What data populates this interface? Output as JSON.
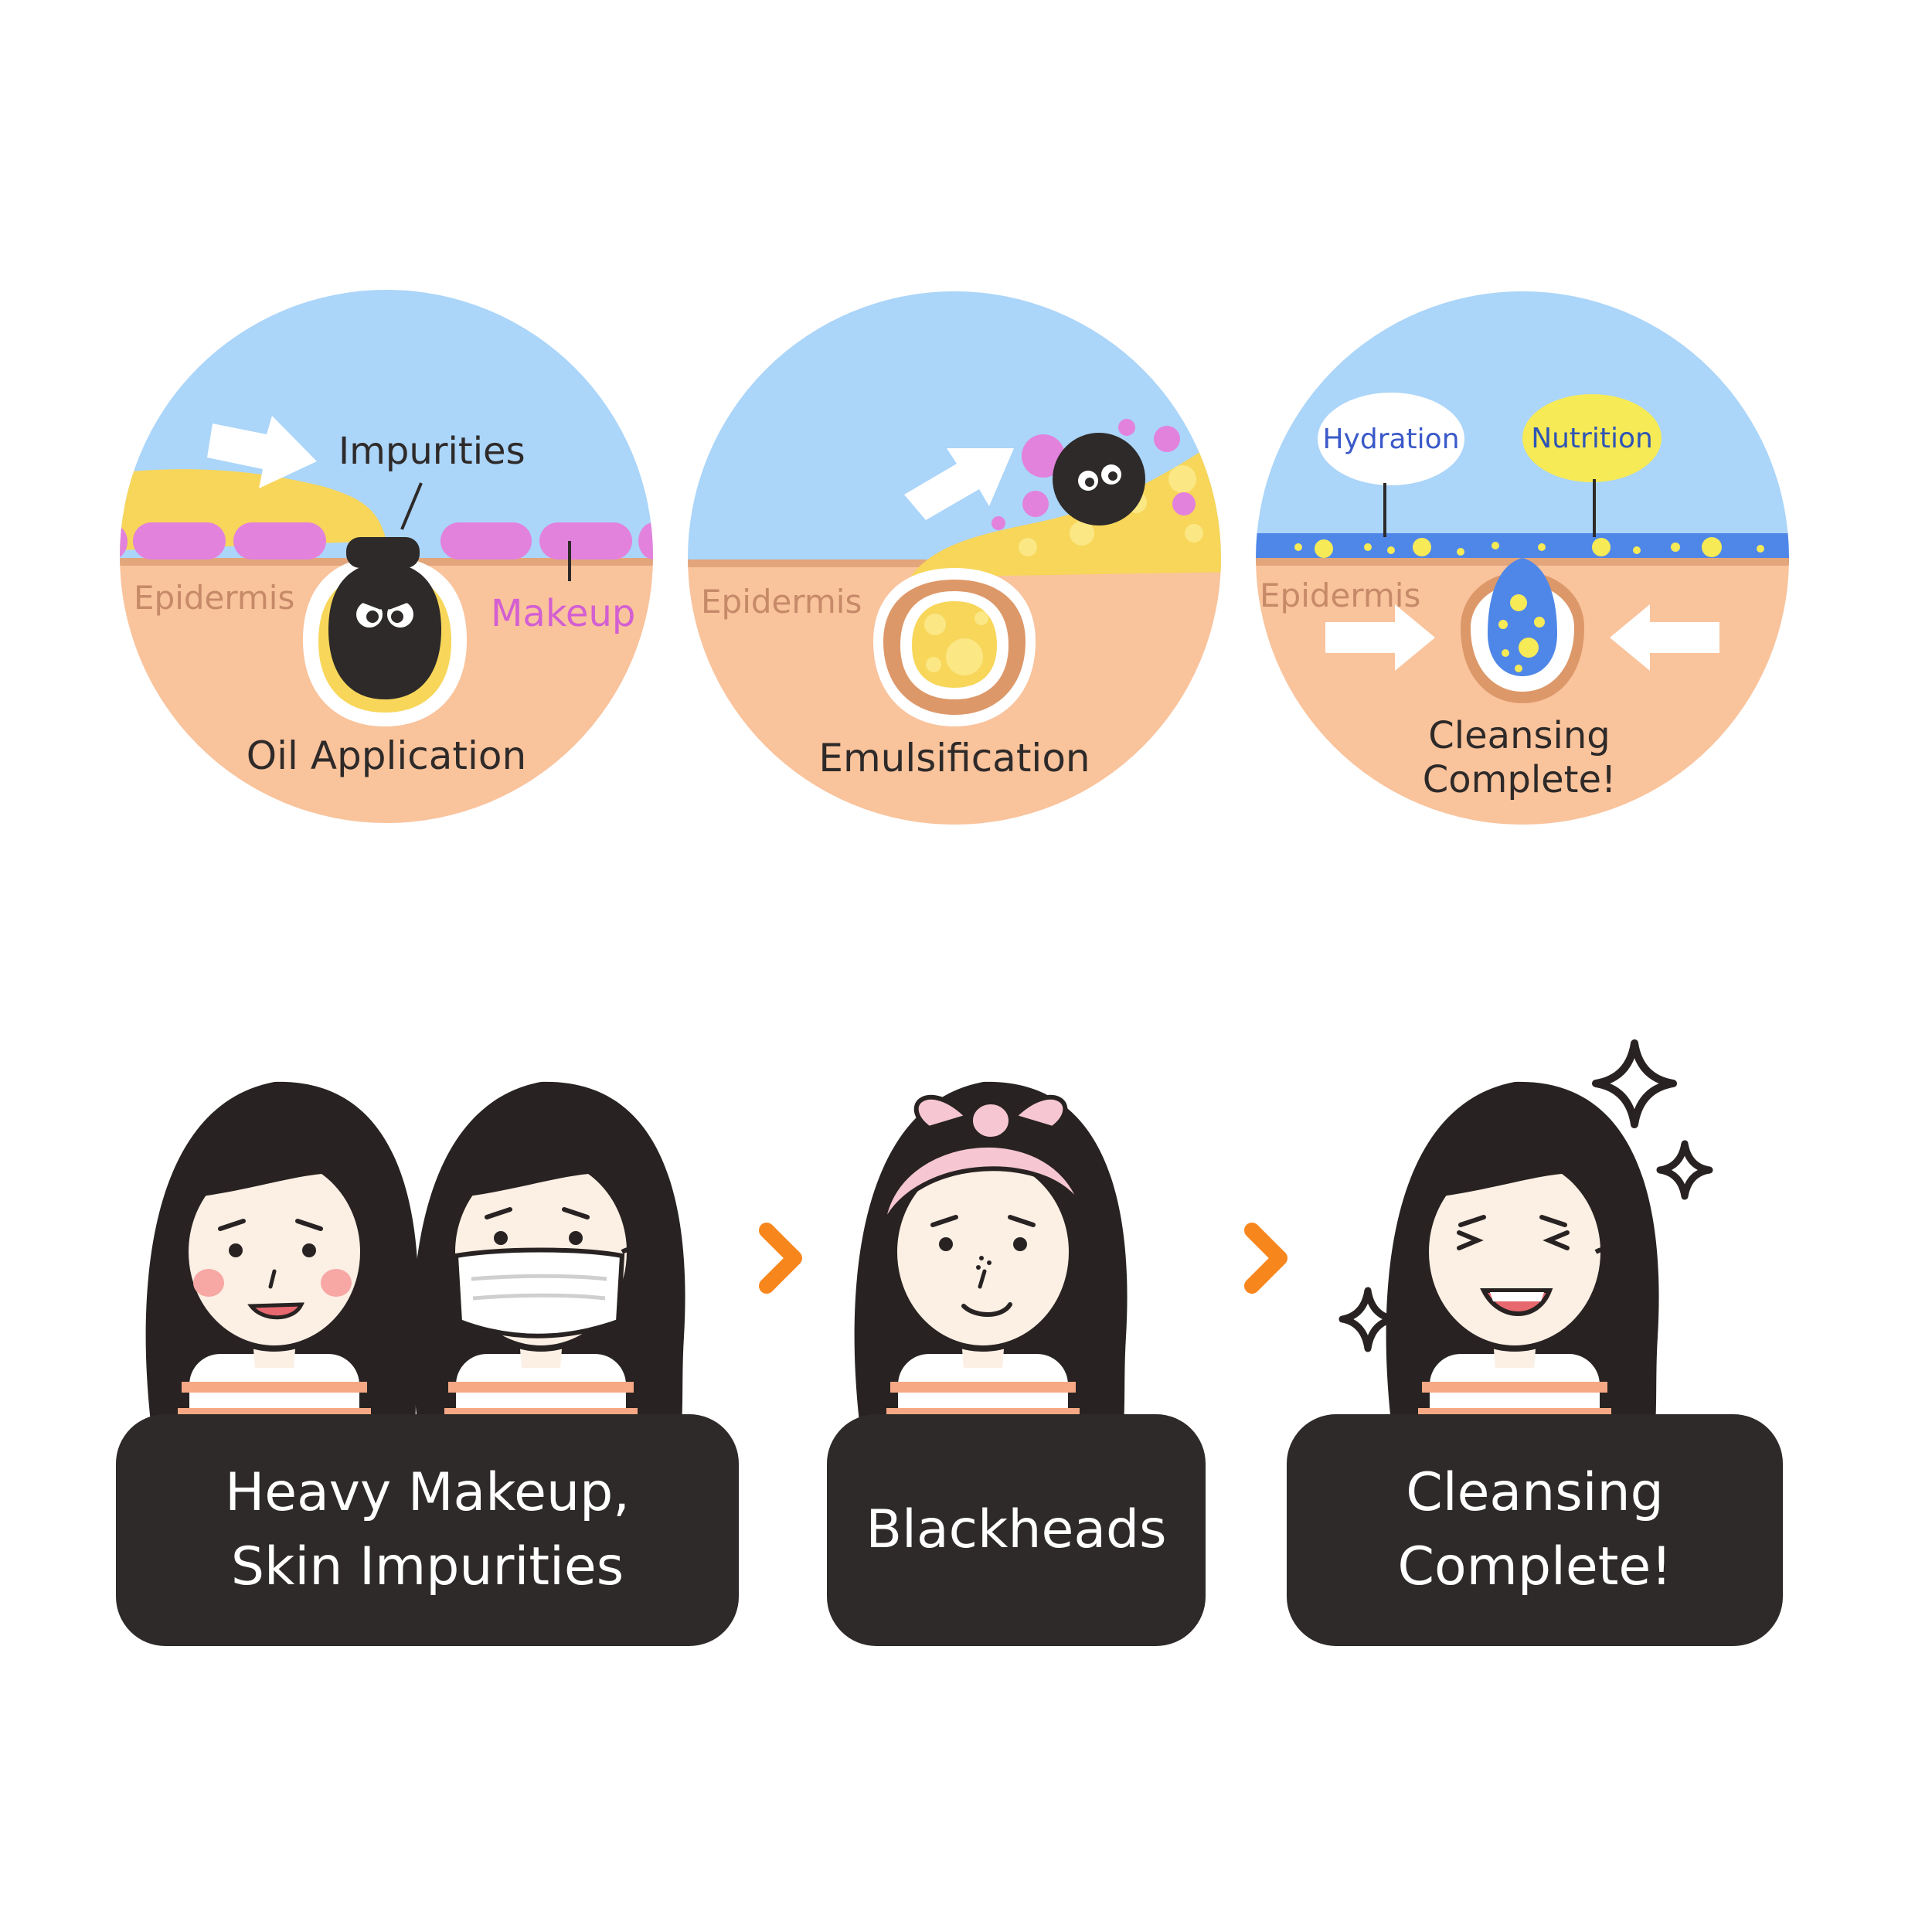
{
  "process_steps": [
    {
      "title": "Oil Application",
      "labels": {
        "impurities": "Impurities",
        "epidermis": "Epidermis",
        "makeup": "Makeup"
      }
    },
    {
      "title": "Emulsification",
      "labels": {
        "epidermis": "Epidermis"
      }
    },
    {
      "title_line1": "Cleansing",
      "title_line2": "Complete!",
      "labels": {
        "hydration": "Hydration",
        "nutrition": "Nutrition",
        "epidermis": "Epidermis"
      }
    }
  ],
  "result_steps": [
    {
      "line1": "Heavy Makeup,",
      "line2": "Skin Impurities"
    },
    {
      "line1": "Blackheads"
    },
    {
      "line1": "Cleansing",
      "line2": "Complete!"
    }
  ],
  "colors": {
    "sky": "#abd5f9",
    "skin": "#f9c39c",
    "skin_dark": "#dd9869",
    "oil": "#f7d65a",
    "makeup": "#e282dc",
    "makeup_text": "#d35fd2",
    "water": "#4f87e8",
    "dirt": "#2d2a29",
    "text_dark": "#2e2a29",
    "epidermis_text": "#c68a69",
    "hydration_text": "#3b59c8",
    "nutrition_text": "#2f55b5",
    "nutrition_bubble": "#f6ea56",
    "arrow": "#f7861d",
    "caption_bg": "#2e2a29",
    "hair": "#282322",
    "face": "#fcefe4",
    "shirt_stripe": "#f6a884",
    "blush": "#f7a7a4",
    "bow": "#f6c6d2"
  },
  "icons": [
    "white-arrow-icon",
    "dirt-blob-icon",
    "chevron-right-icon",
    "sparkle-icon"
  ]
}
